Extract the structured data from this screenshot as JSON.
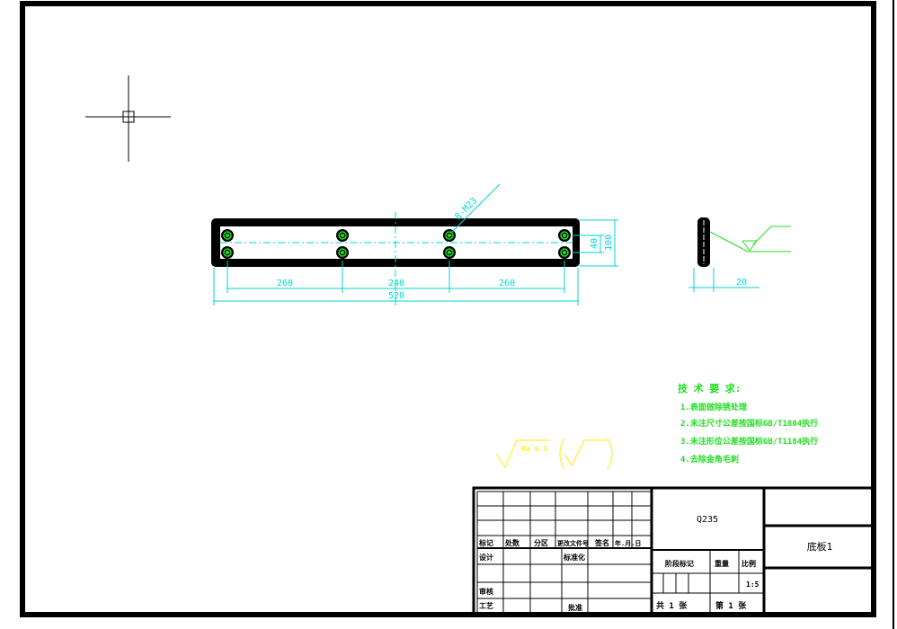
{
  "drawing": {
    "material": "Q235",
    "part_name": "底板1",
    "hole_callout": "8-M23",
    "dimensions": {
      "spacing_left": "260",
      "spacing_middle": "240",
      "spacing_right": "260",
      "overall_length": "520",
      "inner_height": "40",
      "overall_height": "100",
      "thickness": "20"
    },
    "surface_finish": "Ra 6.3",
    "technical_requirements": {
      "title": "技 术 要 求:",
      "items": [
        "1.表面做除锈处理",
        "2.未注尺寸公差按国标GB/T1804执行",
        "3.未注形位公差按国标GB/T1184执行",
        "4.去除金角毛刺"
      ]
    }
  },
  "title_block": {
    "revision_headers": [
      "标记",
      "处数",
      "分区",
      "更改文件号",
      "签名",
      "年.月.日"
    ],
    "designer_label": "设计",
    "standardization_label": "标准化",
    "review_label": "审核",
    "process_label": "工艺",
    "approve_label": "批准",
    "stage_mark_label": "阶段标记",
    "weight_label": "重量",
    "scale_label": "比例",
    "scale_value": "1:5",
    "sheets_total_label": "共 1 张",
    "sheet_no_label": "第 1 张"
  },
  "colors": {
    "dimension": "#00d4d4",
    "annotation": "#22dd22",
    "finish_symbol": "#ffee33",
    "outline": "#000000"
  }
}
